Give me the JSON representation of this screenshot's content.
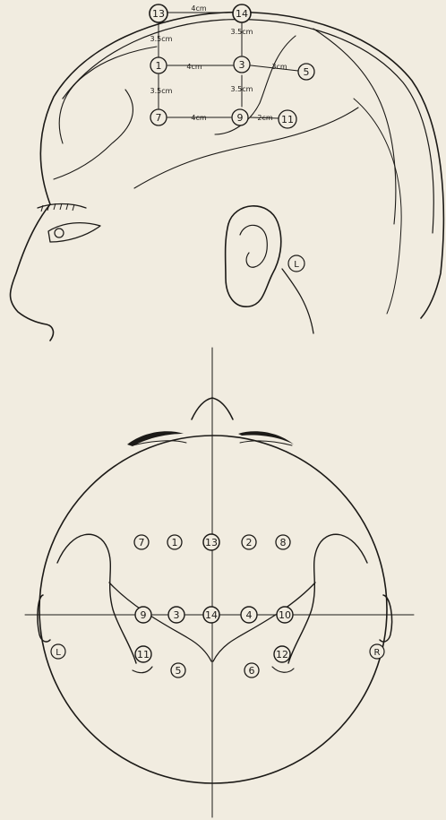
{
  "side_view": {
    "points": [
      {
        "id": "13",
        "label": "13"
      },
      {
        "id": "14",
        "label": "14"
      },
      {
        "id": "1",
        "label": "1"
      },
      {
        "id": "3",
        "label": "3"
      },
      {
        "id": "5",
        "label": "5"
      },
      {
        "id": "7",
        "label": "7"
      },
      {
        "id": "9",
        "label": "9"
      },
      {
        "id": "11",
        "label": "11"
      }
    ],
    "distances": {
      "d13_14": "4cm",
      "d13_1": "3.5cm",
      "d14_3": "3.5cm",
      "d1_3": "4cm",
      "d3_5": "3cm",
      "d1_7": "3.5cm",
      "d3_9": "3.5cm",
      "d7_9": "4cm",
      "d9_11": "2cm"
    },
    "ear_label": "L"
  },
  "top_view": {
    "row1": [
      "7",
      "1",
      "13",
      "2",
      "8"
    ],
    "row2": [
      "9",
      "3",
      "14",
      "4",
      "10"
    ],
    "row3": [
      "11",
      "5",
      "6",
      "12"
    ],
    "left_label": "L",
    "right_label": "R"
  }
}
